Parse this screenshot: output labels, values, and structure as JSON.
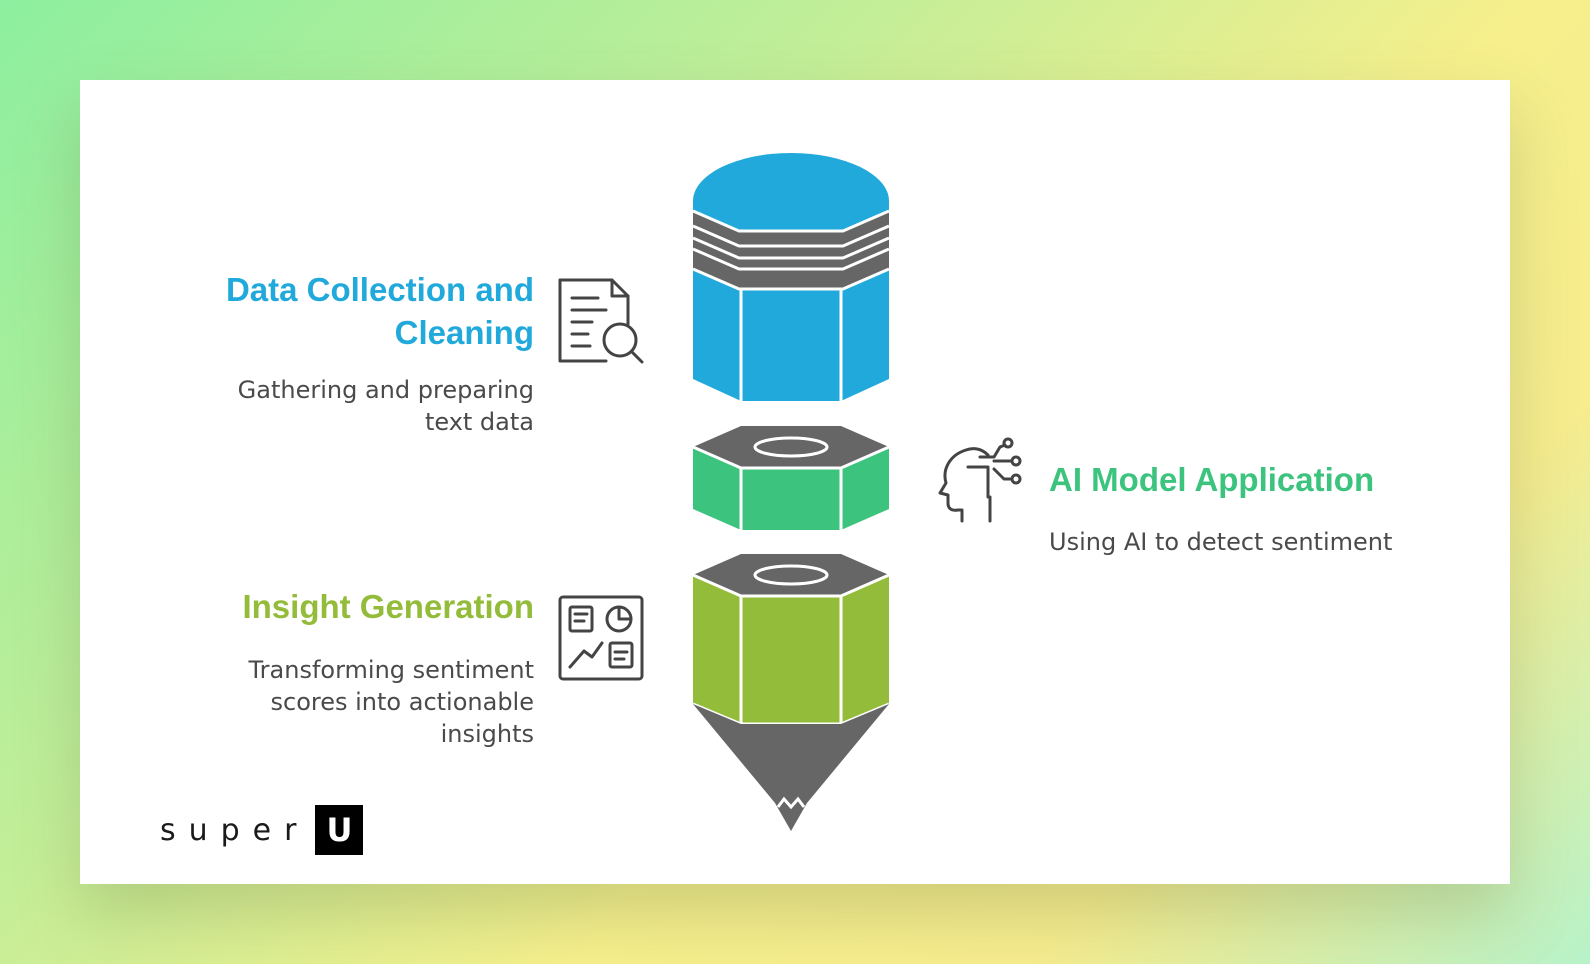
{
  "steps": [
    {
      "title": "Data Collection and Cleaning",
      "description": "Gathering and preparing text data",
      "color": "#21a9db",
      "icon": "document-search-icon"
    },
    {
      "title": "AI Model Application",
      "description": "Using AI to detect sentiment",
      "color": "#3cc47e",
      "icon": "ai-head-circuit-icon"
    },
    {
      "title": "Insight Generation",
      "description": "Transforming sentiment scores into actionable insights",
      "color": "#94bc3b",
      "icon": "dashboard-report-icon"
    }
  ],
  "colors": {
    "blue": "#21a9db",
    "green": "#3cc47e",
    "lime": "#94bc3b",
    "gray": "#666666"
  },
  "logo": {
    "text": "super",
    "mark": "U"
  }
}
